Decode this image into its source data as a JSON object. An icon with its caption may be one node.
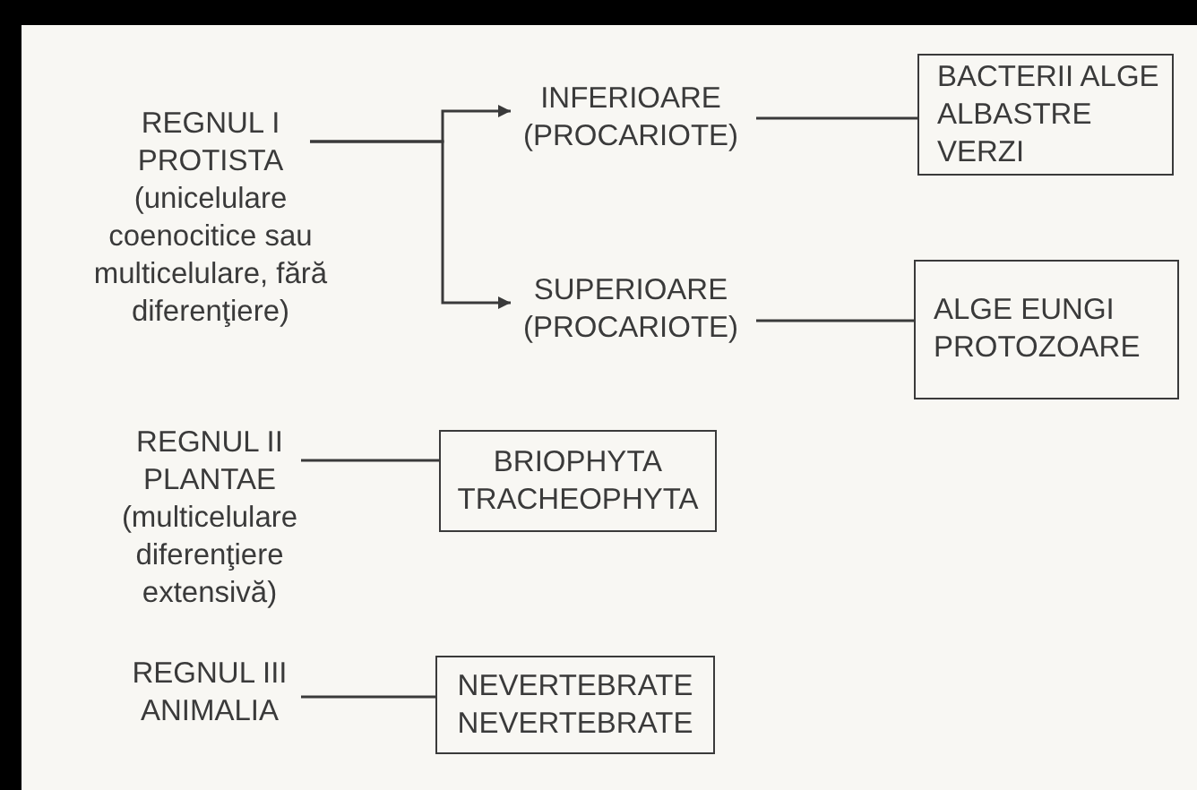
{
  "diagram": {
    "nodes": [
      {
        "text": [
          "REGNUL I PROTISTA",
          "(unicelulare coenocitice sau multicelulare, fără diferenţiere)"
        ]
      },
      {
        "text": [
          "INFERIOARE (PROCARIOTE)"
        ]
      },
      {
        "text": [
          "BACTERII ALGE ALBASTRE VERZI"
        ]
      },
      {
        "text": [
          "SUPERIOARE (PROCARIOTE)"
        ]
      },
      {
        "text": [
          "ALGE EUNGI PROTOZOARE"
        ]
      },
      {
        "text": [
          "REGNUL II PLANTAE",
          "(multicelulare diferenţiere extensivă)"
        ]
      },
      {
        "text": [
          "BRIOPHYTA TRACHEOPHYTA"
        ]
      },
      {
        "text": [
          "REGNUL III ANIMALIA"
        ]
      },
      {
        "text": [
          "NEVERTEBRATE NEVERTEBRATE"
        ]
      }
    ],
    "edges": [
      {
        "from": 0,
        "to": 1,
        "arrow": "to"
      },
      {
        "from": 0,
        "to": 3,
        "arrow": "to"
      },
      {
        "from": 1,
        "to": 2,
        "arrow": "none"
      },
      {
        "from": 3,
        "to": 4,
        "arrow": "none"
      },
      {
        "from": 5,
        "to": 6,
        "arrow": "none"
      },
      {
        "from": 7,
        "to": 8,
        "arrow": "none"
      }
    ]
  }
}
